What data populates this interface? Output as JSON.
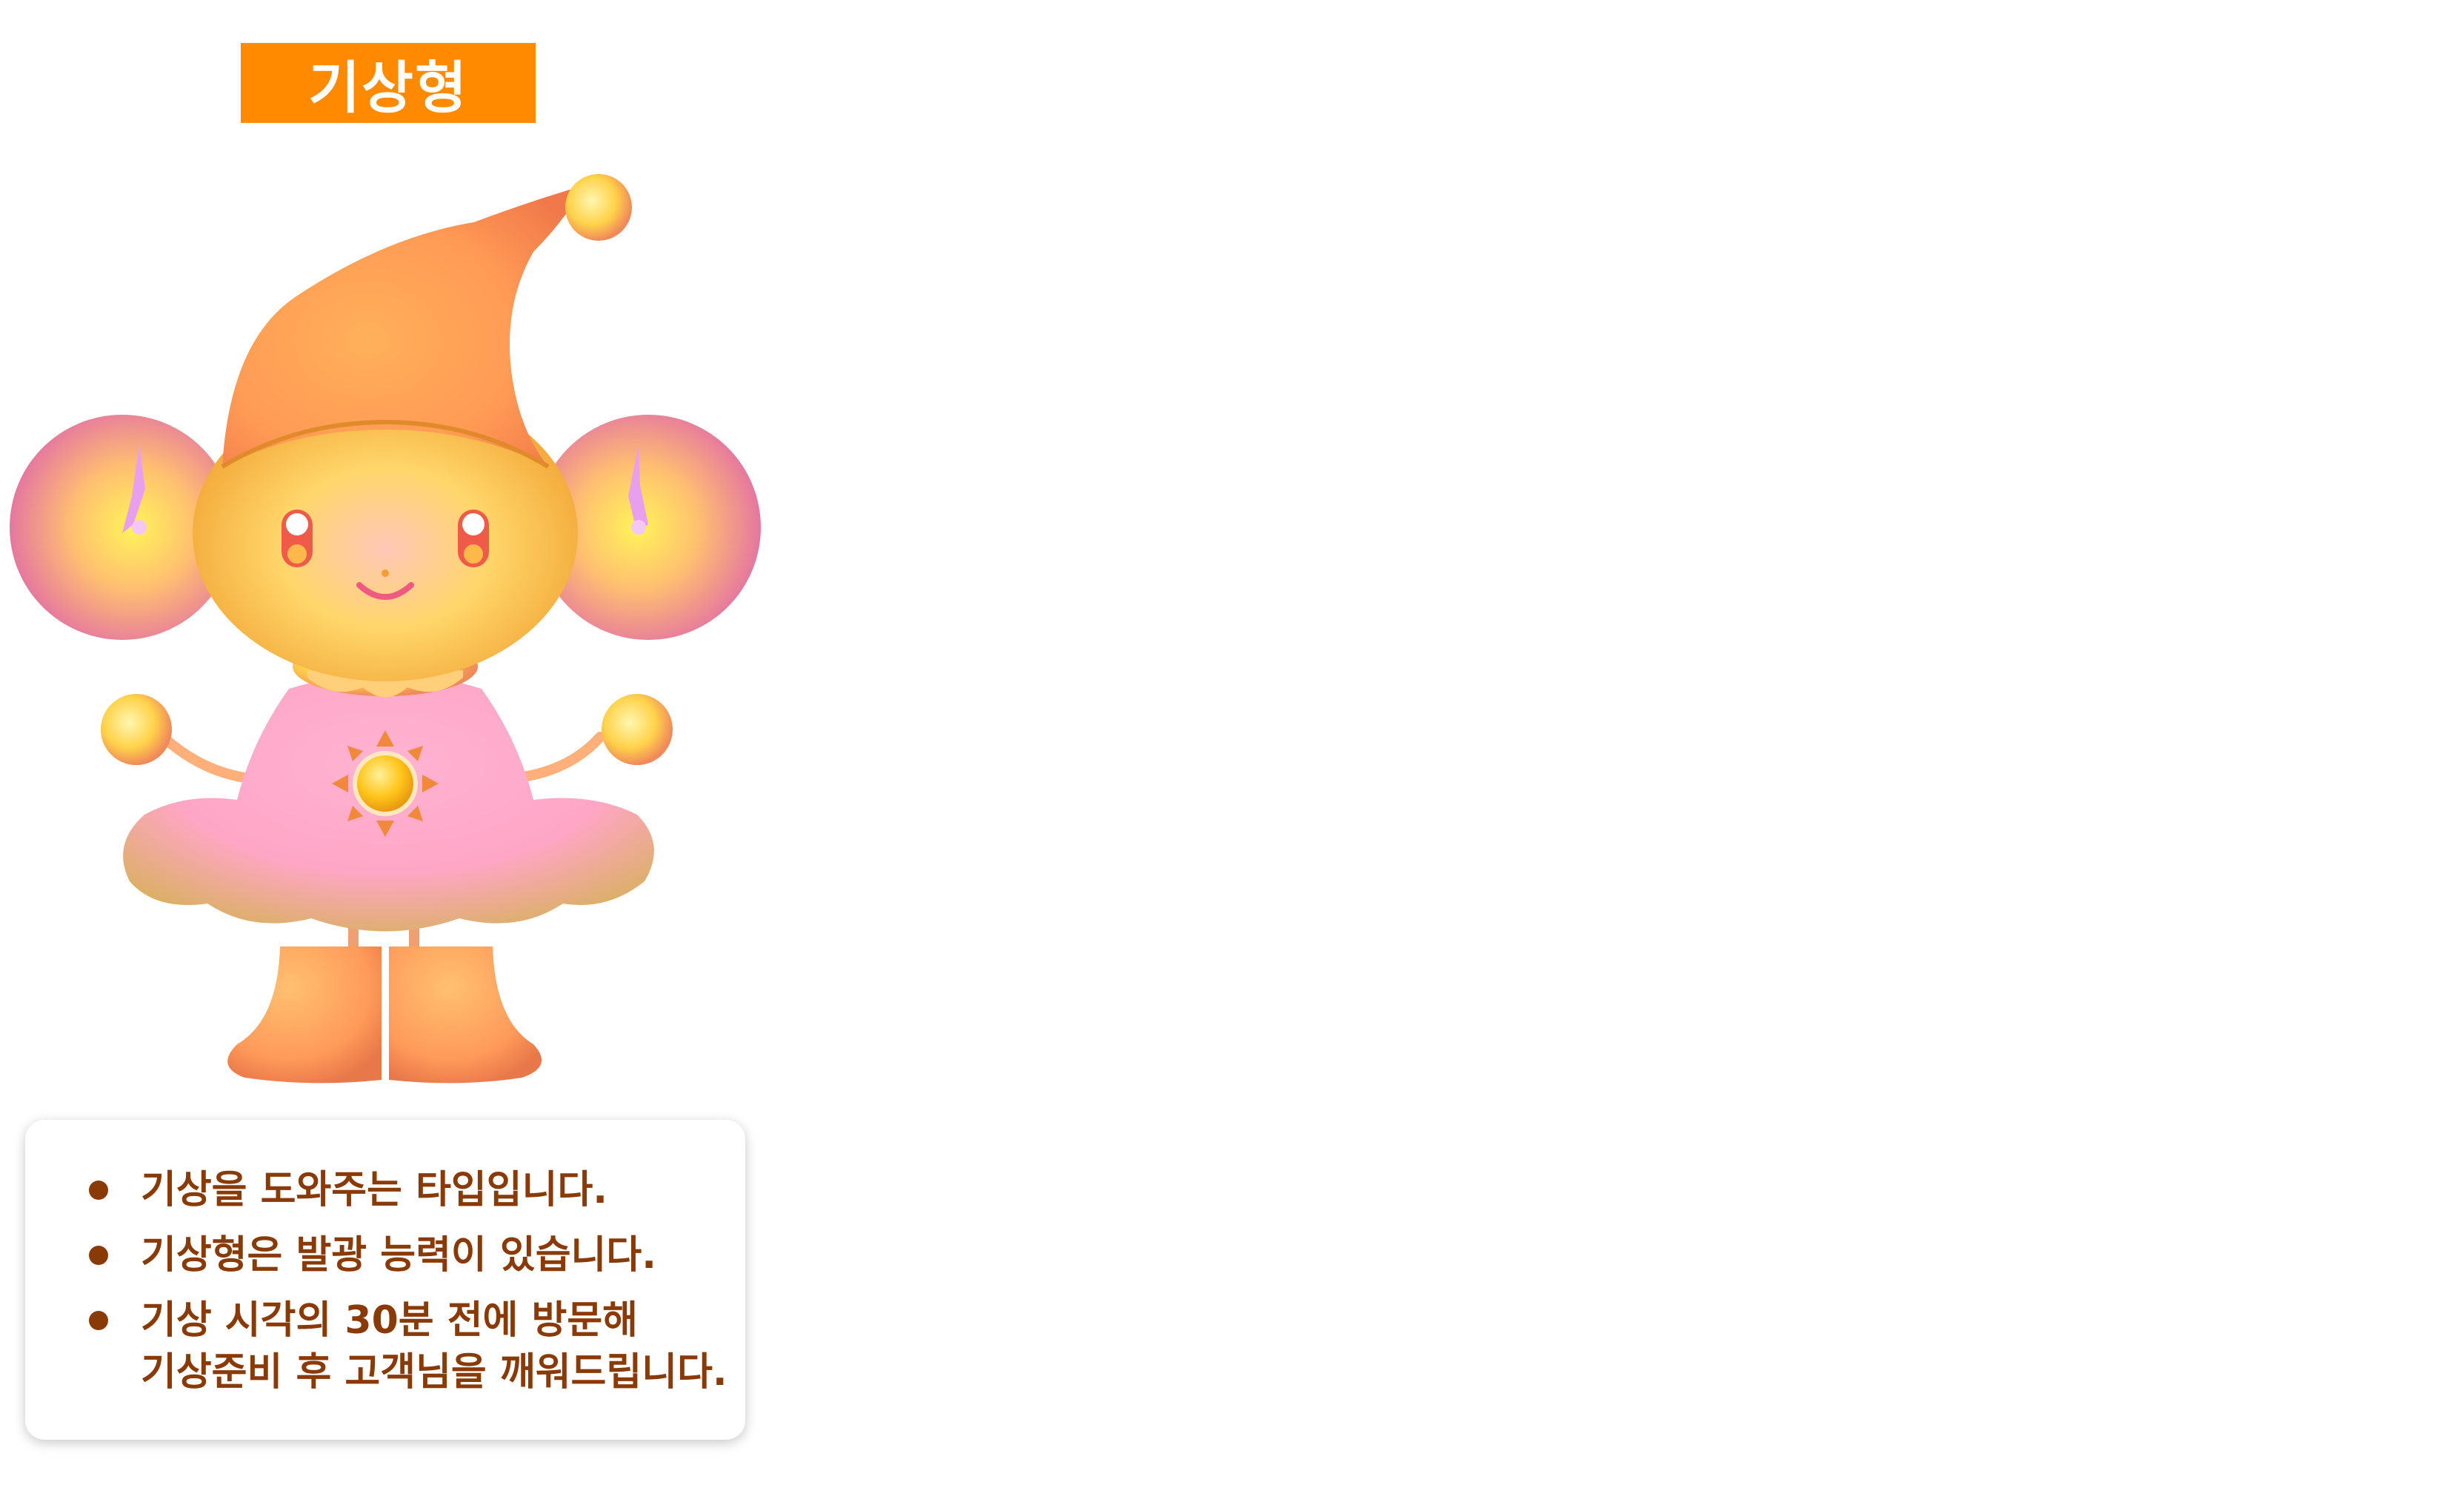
{
  "badge": {
    "label": "기상형",
    "color": "#ff8a00"
  },
  "character": {
    "icon": "wake-up-mascot-character"
  },
  "info": {
    "text_color": "#8a3a06",
    "items": [
      {
        "line1": "기상을 도와주는 타입입니다.",
        "line2": ""
      },
      {
        "line1": "기상형은 발광 능력이 있습니다.",
        "line2": ""
      },
      {
        "line1": "기상 시각의 30분 전에 방문해",
        "line2": "기상준비 후 고객님을 깨워드립니다."
      }
    ]
  }
}
